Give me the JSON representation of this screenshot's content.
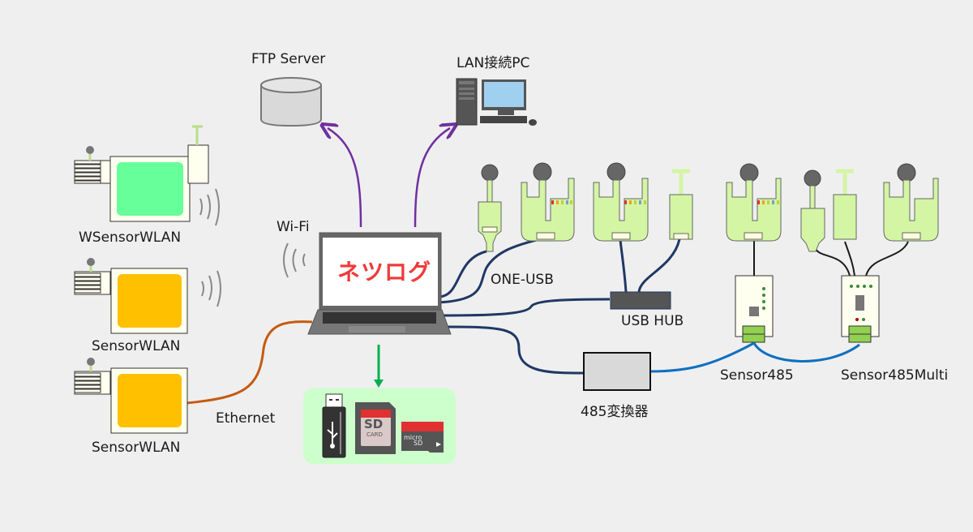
{
  "labels": {
    "ftp_server": "FTP Server",
    "lan_pc": "LAN接続PC",
    "wifi": "Wi-Fi",
    "wsensor_wlan": "WSensorWLAN",
    "sensor_wlan_1": "SensorWLAN",
    "sensor_wlan_2": "SensorWLAN",
    "ethernet": "Ethernet",
    "one_usb": "ONE-USB",
    "usb_hub": "USB HUB",
    "converter_485": "485変換器",
    "sensor485": "Sensor485",
    "sensor485multi": "Sensor485Multi"
  },
  "laptop_screen_logo": "ネツログ",
  "storage": {
    "sd_card_text": "SD",
    "sd_card_sub": "CARD",
    "microsd_text_1": "micro",
    "microsd_text_2": "SD"
  },
  "colors": {
    "background": "#efefef",
    "sensor_board": "#d4f5a4",
    "wsensor_screen": "#66ff99",
    "sensorwlan_screen": "#ffc000",
    "usb_cable": "#1f3864",
    "rs485_cable": "#0f70c0",
    "ethernet_cable": "#c55a11",
    "cloud_arrow": "#7030a0",
    "storage_arrow": "#00b050",
    "storage_panel": "#ccffcc",
    "logo_red": "#f03a3a"
  }
}
